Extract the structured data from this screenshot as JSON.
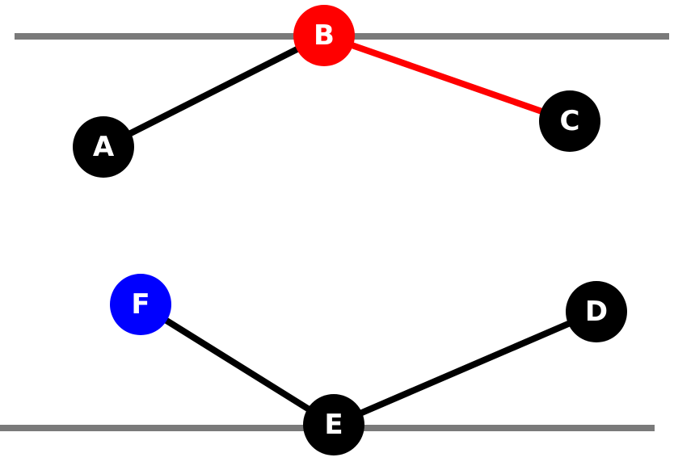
{
  "colors": {
    "rail": "#7a7a7a",
    "edge_default": "#000000",
    "edge_highlight": "#ff0000",
    "node_default": "#000000",
    "node_b": "#ff0000",
    "node_f": "#0000ff",
    "label": "#ffffff"
  },
  "nodes": {
    "a": {
      "label": "A"
    },
    "b": {
      "label": "B"
    },
    "c": {
      "label": "C"
    },
    "d": {
      "label": "D"
    },
    "e": {
      "label": "E"
    },
    "f": {
      "label": "F"
    }
  },
  "edges": [
    {
      "from": "A",
      "to": "B"
    },
    {
      "from": "B",
      "to": "C",
      "highlighted": true
    },
    {
      "from": "F",
      "to": "E"
    },
    {
      "from": "E",
      "to": "D"
    }
  ]
}
